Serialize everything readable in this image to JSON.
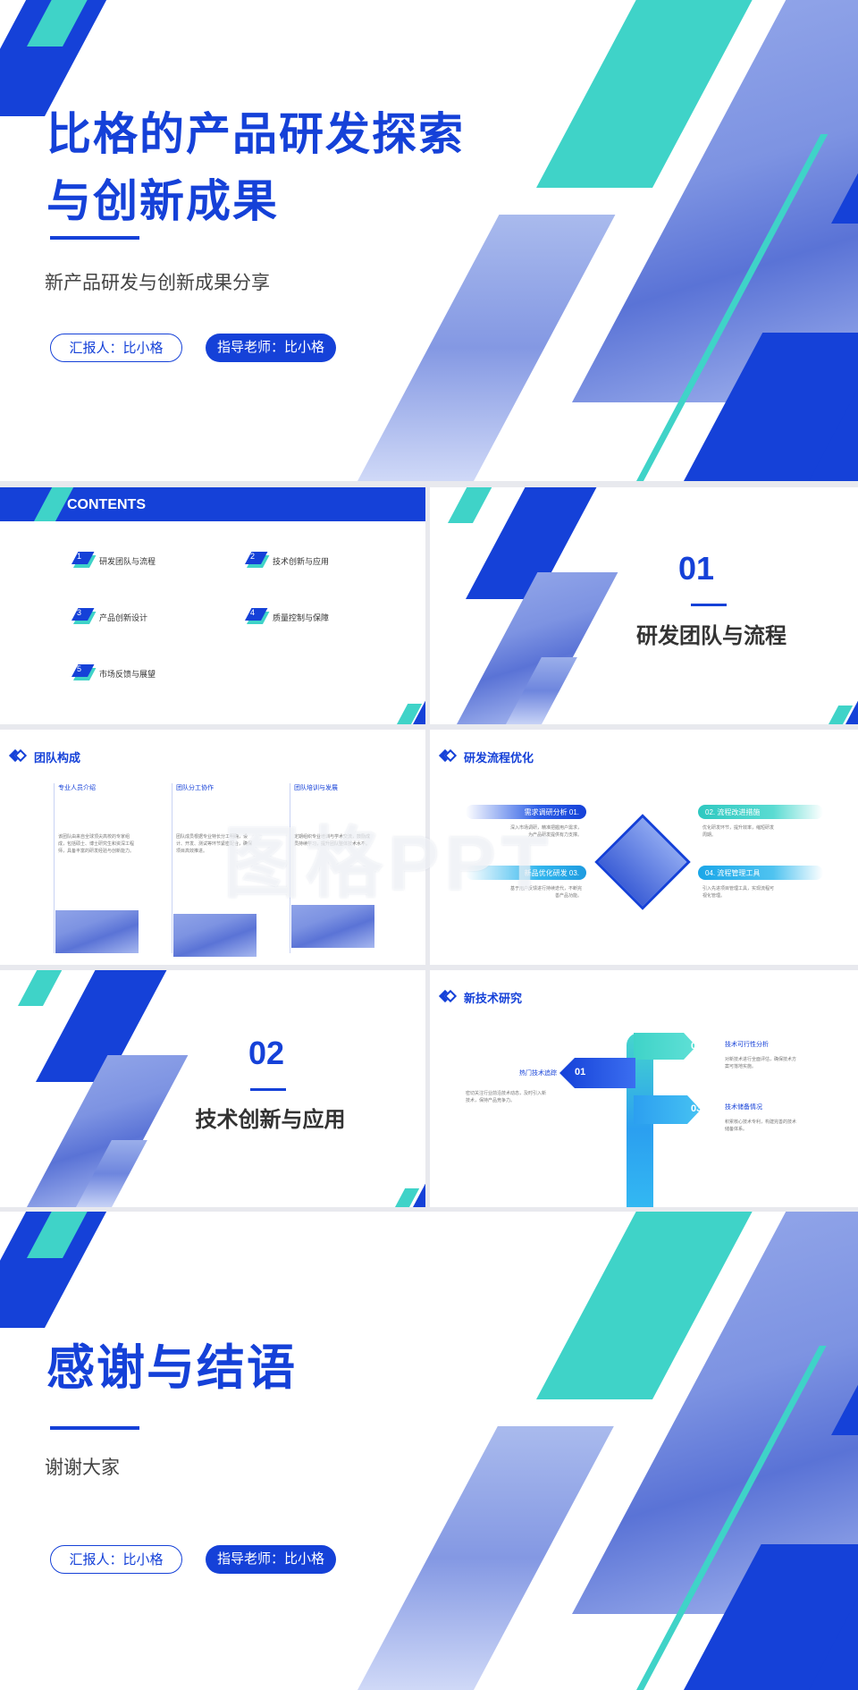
{
  "watermark": "图格PPT",
  "cover": {
    "title_line1": "比格的产品研发探索",
    "title_line2": "与创新成果",
    "subtitle": "新产品研发与创新成果分享",
    "reporter": "汇报人：比小格",
    "advisor": "指导老师：比小格"
  },
  "contents": {
    "heading": "CONTENTS",
    "items": [
      {
        "num": "1",
        "label": "研发团队与流程"
      },
      {
        "num": "2",
        "label": "技术创新与应用"
      },
      {
        "num": "3",
        "label": "产品创新设计"
      },
      {
        "num": "4",
        "label": "质量控制与保障"
      },
      {
        "num": "5",
        "label": "市场反馈与展望"
      }
    ]
  },
  "section1": {
    "num": "01",
    "title": "研发团队与流程"
  },
  "team": {
    "heading": "团队构成",
    "cols": [
      {
        "label": "专业人员介绍",
        "text": "该团队由来自全球顶尖高校的专家组成，包括硕士、博士研究生和资深工程师，具备丰富的研发经验与创新能力。"
      },
      {
        "label": "团队分工协作",
        "text": "团队成员根据专业特长分工明确，设计、开发、测试等环节紧密配合，确保项目高效推进。"
      },
      {
        "label": "团队培训与发展",
        "text": "定期组织专业培训与学术交流，鼓励成员持续学习，提升团队整体技术水平。"
      }
    ]
  },
  "process": {
    "heading": "研发流程优化",
    "items": [
      {
        "label": "需求调研分析  01.",
        "text": "深入市场调研，精准把握用户需求，为产品研发提供有力支撑。"
      },
      {
        "label": "02. 流程改进措施",
        "text": "优化研发环节，提升效率，缩短研发周期。"
      },
      {
        "label": "新品优化研发  03.",
        "text": "基于用户反馈进行持续迭代，不断完善产品功能。"
      },
      {
        "label": "04. 流程管理工具",
        "text": "引入先进项目管理工具，实现流程可视化管理。"
      }
    ]
  },
  "section2": {
    "num": "02",
    "title": "技术创新与应用"
  },
  "tech": {
    "heading": "新技术研究",
    "items": [
      {
        "num": "01",
        "label": "热门技术追踪",
        "text": "密切关注行业前沿技术动态，及时引入新技术，保持产品竞争力。"
      },
      {
        "num": "02",
        "label": "技术可行性分析",
        "text": "对新技术进行全面评估，确保技术方案可落地实施。"
      },
      {
        "num": "03",
        "label": "技术储备情况",
        "text": "积累核心技术专利，构建完善的技术储备体系。"
      }
    ]
  },
  "closing": {
    "title": "感谢与结语",
    "subtitle": "谢谢大家",
    "reporter": "汇报人：比小格",
    "advisor": "指导老师：比小格"
  },
  "colors": {
    "primary": "#1541d8",
    "accent": "#3fd3c8",
    "background": "#ffffff"
  }
}
